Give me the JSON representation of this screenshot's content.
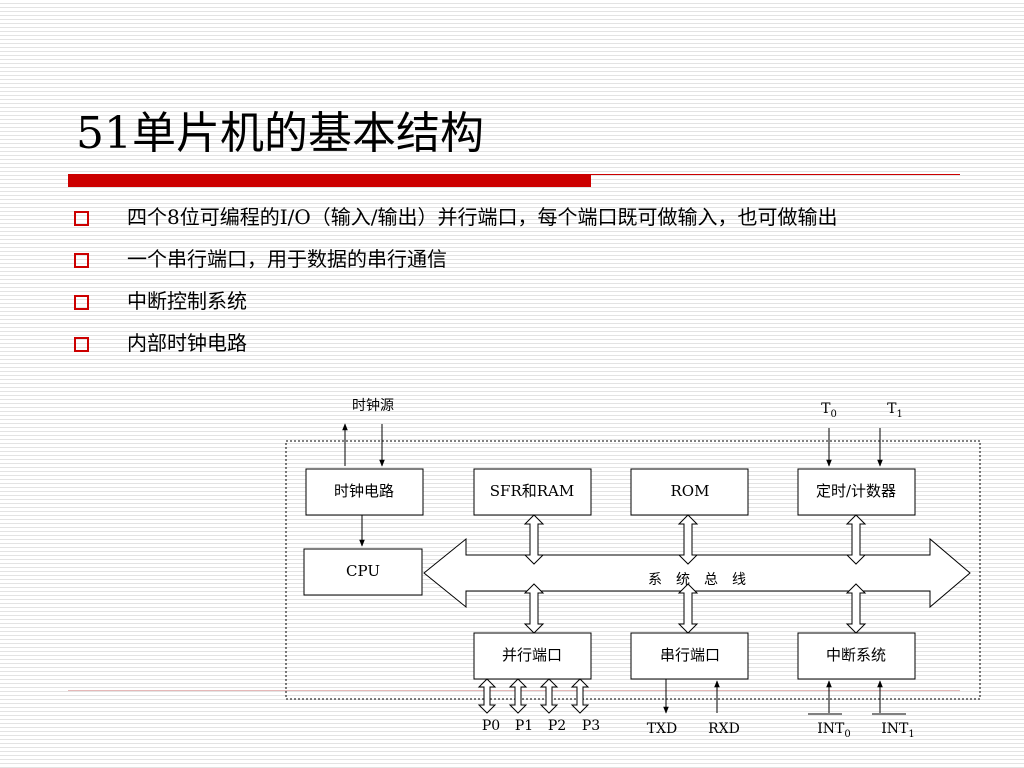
{
  "slide": {
    "title": "51单片机的基本结构",
    "bullets": [
      "四个8位可编程的I/O（输入/输出）并行端口，每个端口既可做输入，也可做输出",
      "一个串行端口，用于数据的串行通信",
      "中断控制系统",
      "内部时钟电路"
    ]
  },
  "diagram": {
    "clock_source": "时钟源",
    "blocks": {
      "clock_circuit": "时钟电路",
      "sfr_ram": "SFR和RAM",
      "rom": "ROM",
      "timer_counter": "定时/计数器",
      "cpu": "CPU",
      "parallel_port": "并行端口",
      "serial_port": "串行端口",
      "interrupt_system": "中断系统"
    },
    "bus_label": "系　统　总　线",
    "timer_inputs": [
      {
        "base": "T",
        "sub": "0"
      },
      {
        "base": "T",
        "sub": "1"
      }
    ],
    "ports": [
      "P0",
      "P1",
      "P2",
      "P3"
    ],
    "serial_pins": [
      "TXD",
      "RXD"
    ],
    "interrupt_pins": [
      {
        "base": "INT",
        "sub": "0"
      },
      {
        "base": "INT",
        "sub": "1"
      }
    ]
  },
  "colors": {
    "accent_red": "#cc0000",
    "bullet_border": "#cc0000",
    "stripe": "#e3e3e3",
    "bottom_rule": "#e5b8b8"
  }
}
